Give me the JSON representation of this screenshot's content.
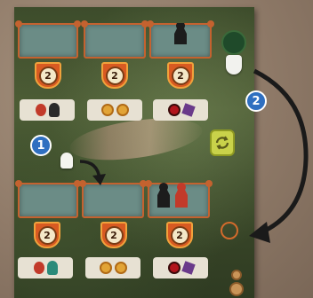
{
  "board": {
    "top_row": {
      "costs": [
        "2",
        "2",
        "2"
      ],
      "rewards": [
        "meeple",
        "two-coins",
        "berry-and-tool"
      ]
    },
    "bottom_row": {
      "costs": [
        "2",
        "2",
        "2"
      ],
      "rewards": [
        "meeple",
        "two-coins",
        "berry-and-tool"
      ]
    }
  },
  "callouts": {
    "step1": "1",
    "step2": "2"
  },
  "colors": {
    "slot_fill": "#6b8c86",
    "frame_orange": "#c4622f",
    "cost_badge": "#d85a22",
    "callout_blue": "#2f6fc0",
    "arrow": "#1a1a1a",
    "recycle_tile": "#c9d24a"
  }
}
